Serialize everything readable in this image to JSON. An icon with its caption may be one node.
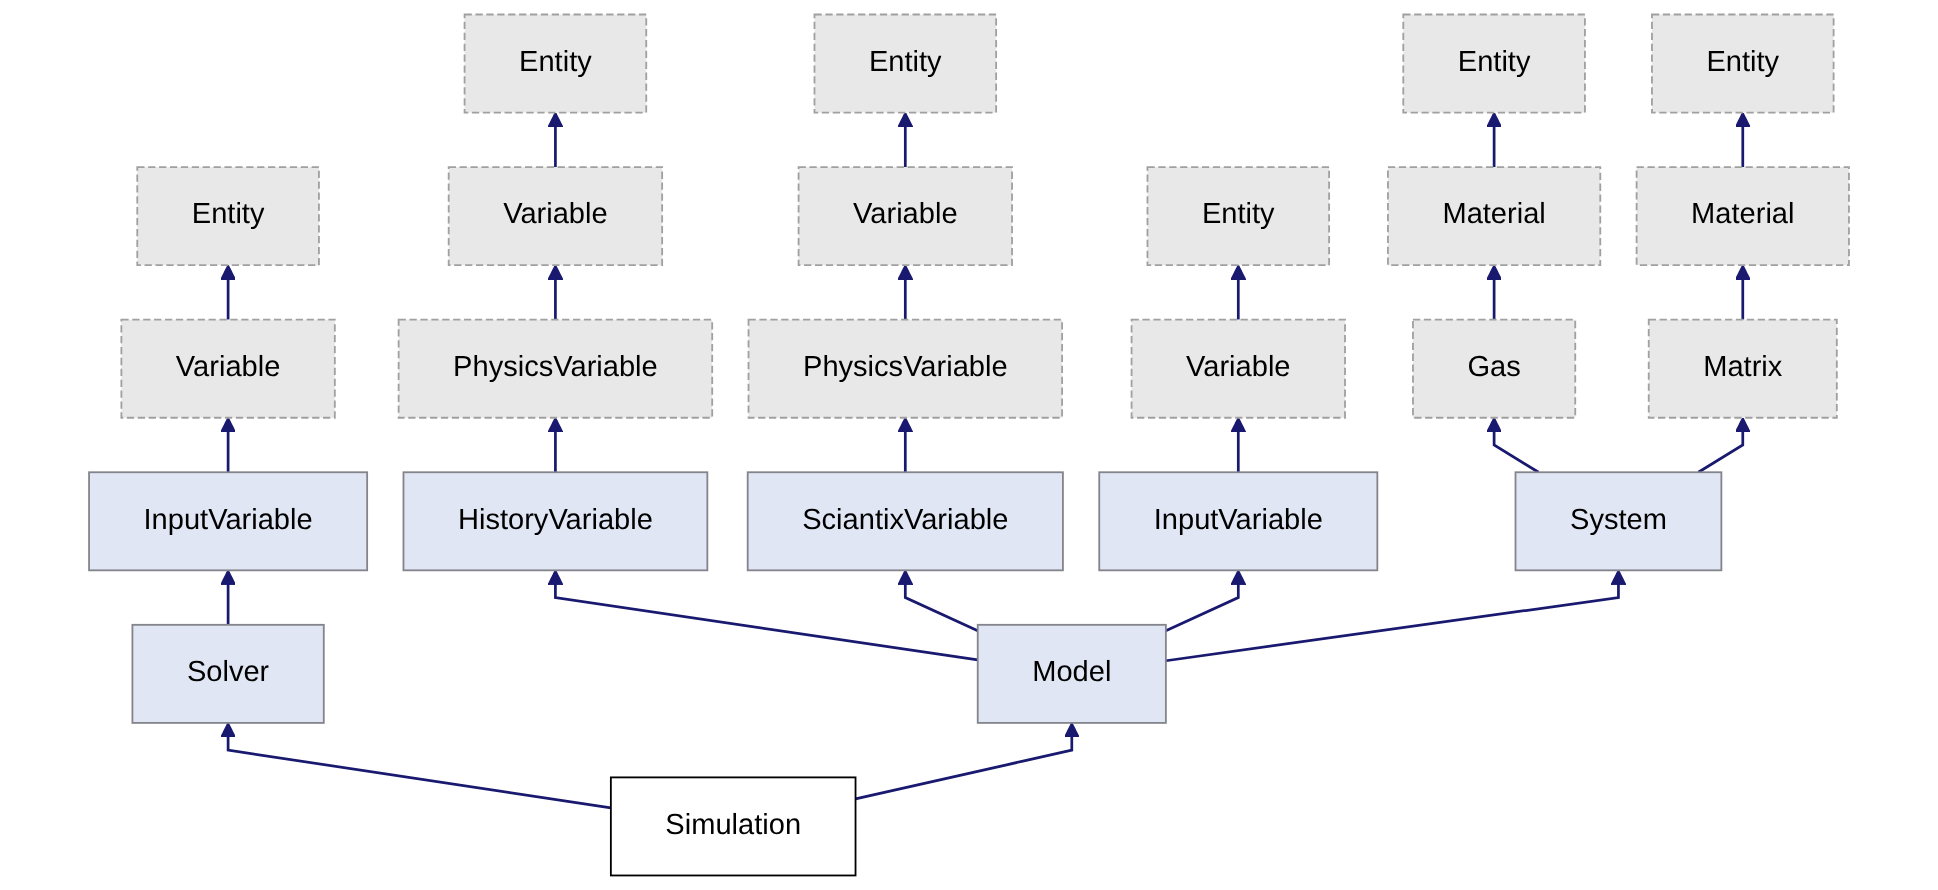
{
  "diagram": {
    "nodes": [
      {
        "text": [
          "Entity"
        ]
      },
      {
        "text": [
          "Entity"
        ]
      },
      {
        "text": [
          "Entity"
        ]
      },
      {
        "text": [
          "Entity"
        ]
      },
      {
        "text": [
          "Entity"
        ]
      },
      {
        "text": [
          "Variable"
        ]
      },
      {
        "text": [
          "Variable"
        ]
      },
      {
        "text": [
          "Entity"
        ]
      },
      {
        "text": [
          "Material"
        ]
      },
      {
        "text": [
          "Material"
        ]
      },
      {
        "text": [
          "Variable"
        ]
      },
      {
        "text": [
          "PhysicsVariable"
        ]
      },
      {
        "text": [
          "PhysicsVariable"
        ]
      },
      {
        "text": [
          "Variable"
        ]
      },
      {
        "text": [
          "Gas"
        ]
      },
      {
        "text": [
          "Matrix"
        ]
      },
      {
        "text": [
          "InputVariable"
        ]
      },
      {
        "text": [
          "HistoryVariable"
        ]
      },
      {
        "text": [
          "SciantixVariable"
        ]
      },
      {
        "text": [
          "InputVariable"
        ]
      },
      {
        "text": [
          "System"
        ]
      },
      {
        "text": [
          "Solver"
        ]
      },
      {
        "text": [
          "Model"
        ]
      },
      {
        "text": [
          "Simulation"
        ]
      }
    ],
    "edges": [
      {
        "from": 10,
        "to": 4,
        "arrow": "to"
      },
      {
        "from": 5,
        "to": 0,
        "arrow": "to"
      },
      {
        "from": 6,
        "to": 1,
        "arrow": "to"
      },
      {
        "from": 8,
        "to": 2,
        "arrow": "to"
      },
      {
        "from": 9,
        "to": 3,
        "arrow": "to"
      },
      {
        "from": 11,
        "to": 5,
        "arrow": "to"
      },
      {
        "from": 12,
        "to": 6,
        "arrow": "to"
      },
      {
        "from": 13,
        "to": 7,
        "arrow": "to"
      },
      {
        "from": 14,
        "to": 8,
        "arrow": "to"
      },
      {
        "from": 15,
        "to": 9,
        "arrow": "to"
      },
      {
        "from": 16,
        "to": 10,
        "arrow": "to"
      },
      {
        "from": 17,
        "to": 11,
        "arrow": "to"
      },
      {
        "from": 18,
        "to": 12,
        "arrow": "to"
      },
      {
        "from": 19,
        "to": 13,
        "arrow": "to"
      },
      {
        "from": 20,
        "to": 14,
        "arrow": "to"
      },
      {
        "from": 20,
        "to": 15,
        "arrow": "to"
      },
      {
        "from": 21,
        "to": 16,
        "arrow": "to"
      },
      {
        "from": 22,
        "to": 17,
        "arrow": "to"
      },
      {
        "from": 22,
        "to": 18,
        "arrow": "to"
      },
      {
        "from": 22,
        "to": 19,
        "arrow": "to"
      },
      {
        "from": 22,
        "to": 20,
        "arrow": "to"
      },
      {
        "from": 23,
        "to": 21,
        "arrow": "to"
      },
      {
        "from": 23,
        "to": 22,
        "arrow": "to"
      }
    ]
  }
}
